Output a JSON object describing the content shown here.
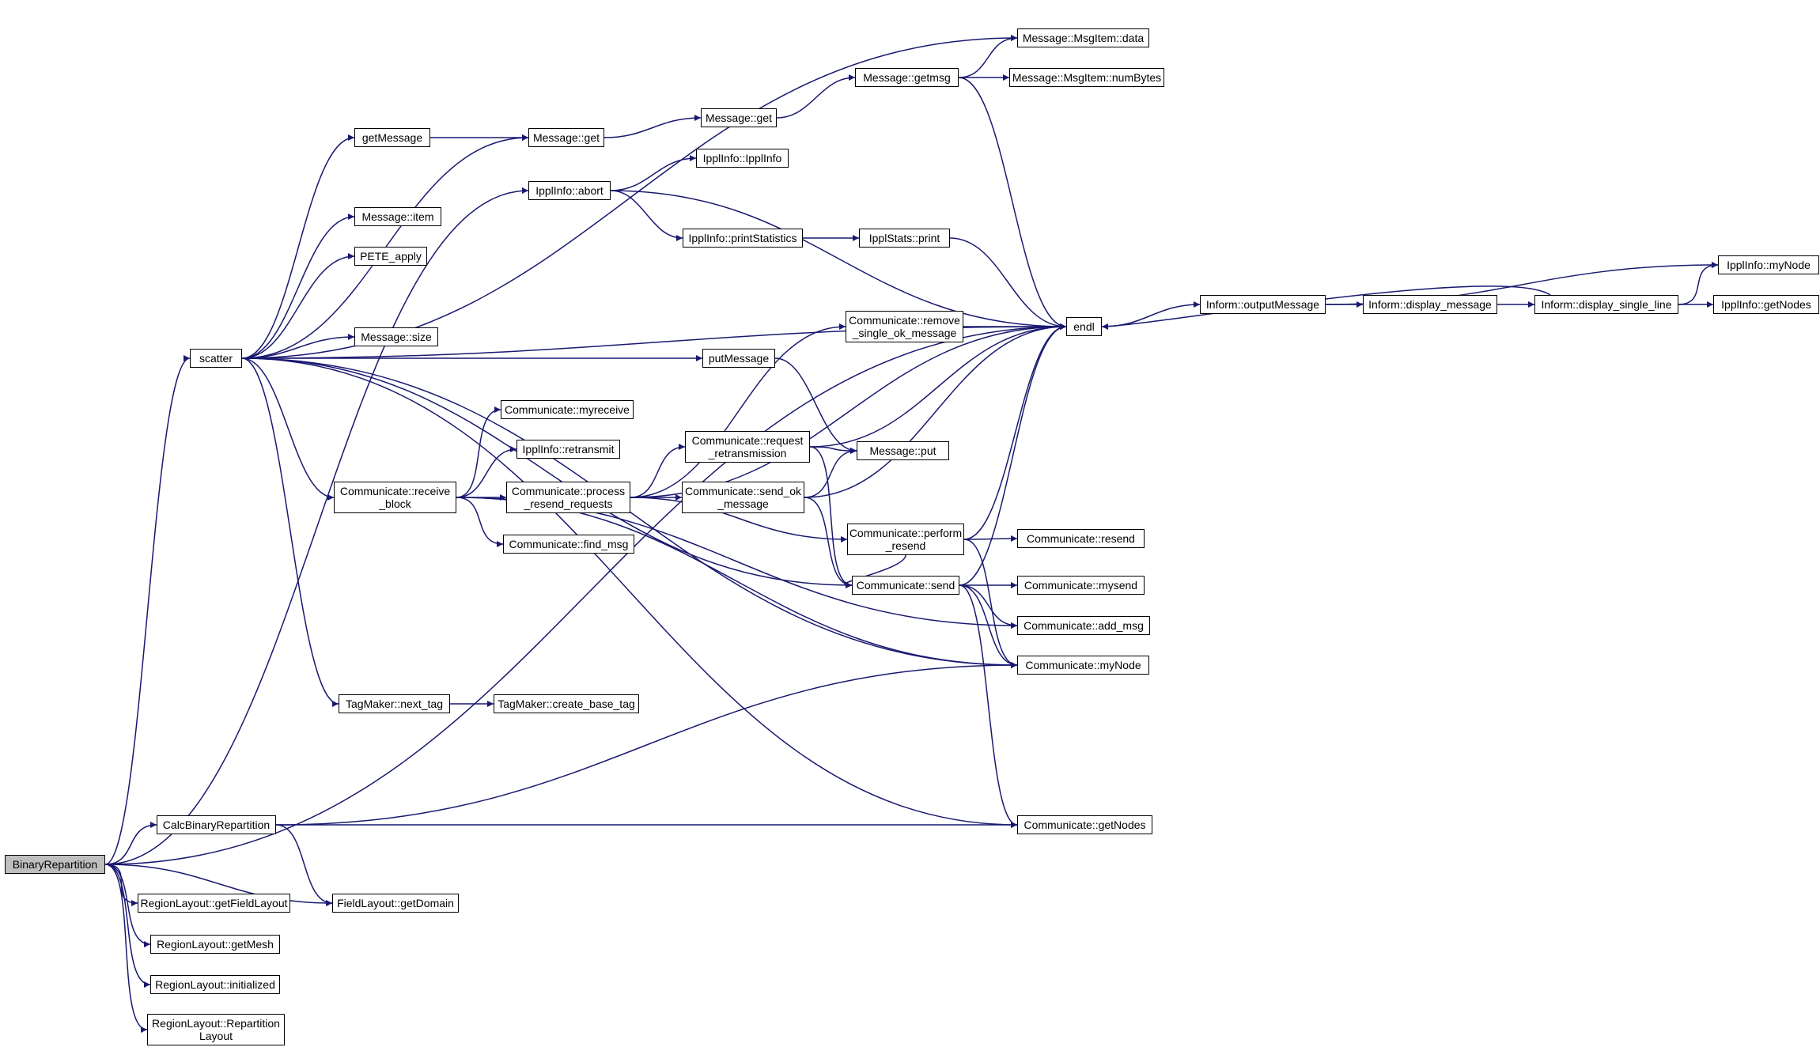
{
  "colors": {
    "edge": "#191970",
    "node_border": "#000000",
    "node_fill": "#ffffff",
    "root_fill": "#bfbfbf"
  },
  "nodes": [
    {
      "id": "BinaryRepartition",
      "label": "BinaryRepartition",
      "root": true
    },
    {
      "id": "scatter",
      "label": "scatter"
    },
    {
      "id": "CalcBinaryRepartition",
      "label": "CalcBinaryRepartition"
    },
    {
      "id": "RL_getFieldLayout",
      "label": "RegionLayout::getFieldLayout"
    },
    {
      "id": "RL_getMesh",
      "label": "RegionLayout::getMesh"
    },
    {
      "id": "RL_initialized",
      "label": "RegionLayout::initialized"
    },
    {
      "id": "RL_Repartition",
      "label": "RegionLayout::Repartition\nLayout"
    },
    {
      "id": "FL_getDomain",
      "label": "FieldLayout::getDomain"
    },
    {
      "id": "getMessage",
      "label": "getMessage"
    },
    {
      "id": "Message_item",
      "label": "Message::item"
    },
    {
      "id": "PETE_apply",
      "label": "PETE_apply"
    },
    {
      "id": "Message_size",
      "label": "Message::size"
    },
    {
      "id": "Comm_receive_block",
      "label": "Communicate::receive\n_block"
    },
    {
      "id": "TagMaker_next_tag",
      "label": "TagMaker::next_tag"
    },
    {
      "id": "Message_get1",
      "label": "Message::get"
    },
    {
      "id": "IpplInfo_abort",
      "label": "IpplInfo::abort"
    },
    {
      "id": "Comm_myreceive",
      "label": "Communicate::myreceive"
    },
    {
      "id": "IpplInfo_retransmit",
      "label": "IpplInfo::retransmit"
    },
    {
      "id": "Comm_process_resend",
      "label": "Communicate::process\n_resend_requests"
    },
    {
      "id": "Comm_find_msg",
      "label": "Communicate::find_msg"
    },
    {
      "id": "TagMaker_create",
      "label": "TagMaker::create_base_tag"
    },
    {
      "id": "Message_get2",
      "label": "Message::get"
    },
    {
      "id": "putMessage",
      "label": "putMessage"
    },
    {
      "id": "IpplInfo_IpplInfo",
      "label": "IpplInfo::IpplInfo"
    },
    {
      "id": "IpplInfo_printStatistics",
      "label": "IpplInfo::printStatistics"
    },
    {
      "id": "Comm_request_retrans",
      "label": "Communicate::request\n_retransmission"
    },
    {
      "id": "Comm_send_ok",
      "label": "Communicate::send_ok\n_message"
    },
    {
      "id": "Message_getmsg",
      "label": "Message::getmsg"
    },
    {
      "id": "Comm_remove_single",
      "label": "Communicate::remove\n_single_ok_message"
    },
    {
      "id": "IpplStats_print",
      "label": "IpplStats::print"
    },
    {
      "id": "Message_put",
      "label": "Message::put"
    },
    {
      "id": "Comm_perform_resend",
      "label": "Communicate::perform\n_resend"
    },
    {
      "id": "Comm_send",
      "label": "Communicate::send"
    },
    {
      "id": "MsgItem_data",
      "label": "Message::MsgItem::data"
    },
    {
      "id": "MsgItem_numBytes",
      "label": "Message::MsgItem::numBytes"
    },
    {
      "id": "endl",
      "label": "endl"
    },
    {
      "id": "Comm_resend",
      "label": "Communicate::resend"
    },
    {
      "id": "Comm_mysend",
      "label": "Communicate::mysend"
    },
    {
      "id": "Comm_add_msg",
      "label": "Communicate::add_msg"
    },
    {
      "id": "Comm_myNode",
      "label": "Communicate::myNode"
    },
    {
      "id": "Comm_getNodes",
      "label": "Communicate::getNodes"
    },
    {
      "id": "Inform_outputMessage",
      "label": "Inform::outputMessage"
    },
    {
      "id": "Inform_display_message",
      "label": "Inform::display_message"
    },
    {
      "id": "Inform_display_single_line",
      "label": "Inform::display_single_line"
    },
    {
      "id": "IpplInfo_myNode",
      "label": "IpplInfo::myNode"
    },
    {
      "id": "IpplInfo_getNodes",
      "label": "IpplInfo::getNodes"
    }
  ],
  "edges": [
    [
      "BinaryRepartition",
      "scatter"
    ],
    [
      "BinaryRepartition",
      "CalcBinaryRepartition"
    ],
    [
      "BinaryRepartition",
      "RL_getFieldLayout"
    ],
    [
      "BinaryRepartition",
      "RL_getMesh"
    ],
    [
      "BinaryRepartition",
      "RL_initialized"
    ],
    [
      "BinaryRepartition",
      "RL_Repartition"
    ],
    [
      "BinaryRepartition",
      "FL_getDomain"
    ],
    [
      "BinaryRepartition",
      "IpplInfo_abort"
    ],
    [
      "BinaryRepartition",
      "endl"
    ],
    [
      "CalcBinaryRepartition",
      "FL_getDomain"
    ],
    [
      "CalcBinaryRepartition",
      "Comm_getNodes"
    ],
    [
      "CalcBinaryRepartition",
      "Comm_myNode"
    ],
    [
      "scatter",
      "MsgItem_data"
    ],
    [
      "scatter",
      "getMessage"
    ],
    [
      "scatter",
      "Message_get1"
    ],
    [
      "scatter",
      "Message_item"
    ],
    [
      "scatter",
      "PETE_apply"
    ],
    [
      "scatter",
      "Message_size"
    ],
    [
      "scatter",
      "endl"
    ],
    [
      "scatter",
      "putMessage"
    ],
    [
      "scatter",
      "Comm_receive_block"
    ],
    [
      "scatter",
      "Comm_send"
    ],
    [
      "scatter",
      "TagMaker_next_tag"
    ],
    [
      "scatter",
      "Comm_myNode"
    ],
    [
      "scatter",
      "Comm_getNodes"
    ],
    [
      "getMessage",
      "Message_get1"
    ],
    [
      "Message_get1",
      "Message_get2"
    ],
    [
      "Message_get2",
      "Message_getmsg"
    ],
    [
      "Message_getmsg",
      "MsgItem_data"
    ],
    [
      "Message_getmsg",
      "MsgItem_numBytes"
    ],
    [
      "Message_getmsg",
      "endl"
    ],
    [
      "IpplInfo_abort",
      "IpplInfo_IpplInfo"
    ],
    [
      "IpplInfo_abort",
      "IpplInfo_printStatistics"
    ],
    [
      "IpplInfo_abort",
      "endl"
    ],
    [
      "IpplInfo_printStatistics",
      "IpplStats_print"
    ],
    [
      "IpplStats_print",
      "endl"
    ],
    [
      "putMessage",
      "Message_put"
    ],
    [
      "Comm_receive_block",
      "Comm_myreceive"
    ],
    [
      "Comm_receive_block",
      "IpplInfo_retransmit"
    ],
    [
      "Comm_receive_block",
      "Comm_process_resend"
    ],
    [
      "Comm_receive_block",
      "Comm_find_msg"
    ],
    [
      "Comm_receive_block",
      "Comm_add_msg"
    ],
    [
      "Comm_receive_block",
      "Comm_myNode"
    ],
    [
      "Comm_process_resend",
      "Comm_remove_single"
    ],
    [
      "Comm_process_resend",
      "endl"
    ],
    [
      "Comm_process_resend",
      "Comm_request_retrans"
    ],
    [
      "Comm_process_resend",
      "Comm_send_ok"
    ],
    [
      "Comm_process_resend",
      "Comm_perform_resend"
    ],
    [
      "Comm_remove_single",
      "endl"
    ],
    [
      "Comm_request_retrans",
      "Message_put"
    ],
    [
      "Comm_request_retrans",
      "endl"
    ],
    [
      "Comm_request_retrans",
      "Comm_send"
    ],
    [
      "Comm_send_ok",
      "Message_put"
    ],
    [
      "Comm_send_ok",
      "endl"
    ],
    [
      "Comm_send_ok",
      "Comm_send"
    ],
    [
      "Comm_perform_resend",
      "Comm_resend"
    ],
    [
      "Comm_perform_resend",
      "endl"
    ],
    [
      "Comm_perform_resend",
      "Comm_myNode"
    ],
    [
      "Comm_perform_resend",
      "Comm_send"
    ],
    [
      "Comm_send",
      "endl"
    ],
    [
      "Comm_send",
      "Comm_mysend"
    ],
    [
      "Comm_send",
      "Comm_add_msg"
    ],
    [
      "Comm_send",
      "Comm_myNode"
    ],
    [
      "Comm_send",
      "Comm_getNodes"
    ],
    [
      "TagMaker_next_tag",
      "TagMaker_create"
    ],
    [
      "endl",
      "Inform_outputMessage"
    ],
    [
      "Inform_outputMessage",
      "Inform_display_message"
    ],
    [
      "Inform_outputMessage",
      "IpplInfo_myNode"
    ],
    [
      "Inform_display_message",
      "Inform_display_single_line"
    ],
    [
      "Inform_display_single_line",
      "IpplInfo_myNode"
    ],
    [
      "Inform_display_single_line",
      "IpplInfo_getNodes"
    ],
    [
      "Inform_display_single_line",
      "endl"
    ]
  ]
}
